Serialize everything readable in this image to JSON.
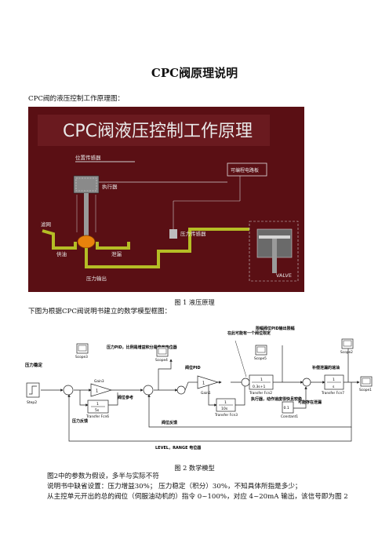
{
  "doc": {
    "title": "CPC阀原理说明",
    "intro": "CPC阀的液压控制工作原理图：",
    "fig1_caption": "图 1     液压原理",
    "fig2_intro": "下图为根据CPC阀说明书建立的数学模型框图：",
    "fig2_caption": "图 2     数学模型",
    "para1": "图2中的参数为假设，多半与实际不符",
    "para2": "说明书中缺省设置：压力增益30%；   压力稳定（积分）30%，不知具体所指是多少；",
    "para3": "从主控单元开出的总的阀位（伺服油动机的）指令 0~100%，对应 4~20mA 输出，该信号即为图 2"
  },
  "fig1": {
    "heading": "CPC阀液压控制工作原理",
    "labels": {
      "position_sensor": "位置传感器",
      "actuator": "执行器",
      "programmable": "可编程电路板",
      "filter": "滤网",
      "supply": "供油",
      "drain": "泄漏",
      "pressure_sensor": "压力传感器",
      "pressure_out": "压力输出",
      "valve": "VALVE"
    },
    "colors": {
      "bg": "#5a0f14",
      "oil": "#b5bd25",
      "text": "#e9e9e9"
    }
  },
  "fig2": {
    "blocks": {
      "step": "Step2",
      "gain1_val": "1",
      "gain1_name": "Gain3",
      "tf_int_num": "1",
      "tf_int_den": "5s",
      "tf_int_name": "Transfer Fcn6",
      "gain2_val": "1",
      "gain2_name": "Gain1",
      "tf_pos_num": "1",
      "tf_pos_den": "10s",
      "tf_pos_name": "Transfer Fcn3",
      "tf_act_num": "1",
      "tf_act_den": "0.3s+1",
      "tf_act_name": "Transfer Fcn2",
      "tf_out_num": "1",
      "tf_out_den": "s",
      "tf_out_name": "Transfer Fcn7",
      "constant_val": "0.1",
      "constant_name": "Constant1",
      "scope3": "Scope3",
      "scope4": "Scope4",
      "scope5": "Scope5",
      "scope2": "Scope2",
      "scope1": "Scope1"
    },
    "notes": {
      "pressure_set": "压力稳定",
      "pid_p": "压力PID，比例是增益积分是稳定电位器",
      "valve_cmd": "阀位参考",
      "valve_pid": "阀位PID",
      "may_have": "在此可能有一个阀位限定",
      "pid_out": "限幅阀位PID输出限幅",
      "compensate": "补偿泄漏的速油",
      "actuator_note": "执行器，动作速度很快且较稳",
      "leak": "可能存在泄漏",
      "pressure_fb": "压力反馈",
      "valve_fb": "阀位反馈",
      "range": "LEVEL，RANGE  电位器"
    }
  }
}
